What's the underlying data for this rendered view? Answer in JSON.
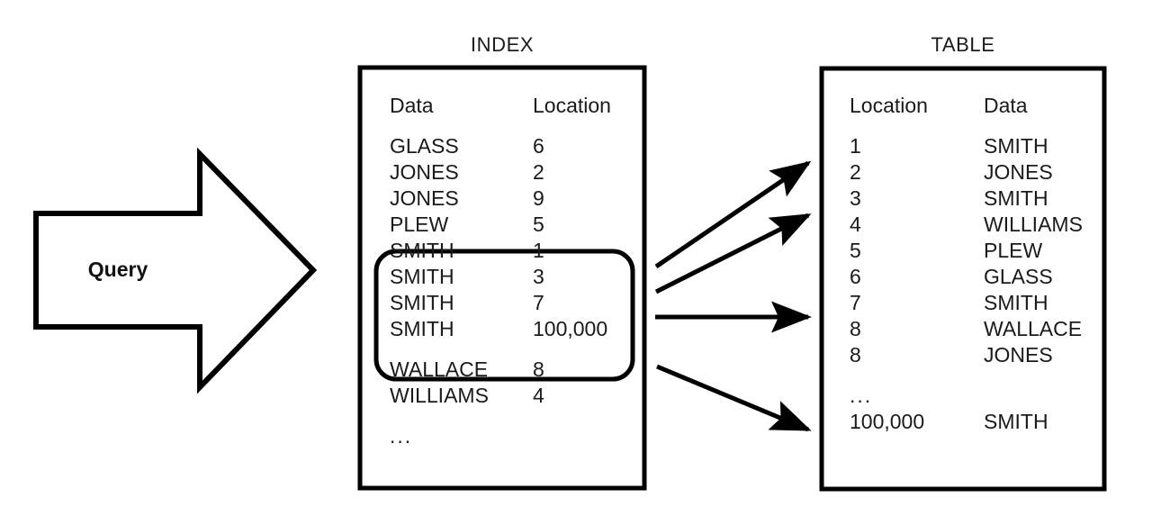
{
  "diagram": {
    "title_index": "INDEX",
    "title_table": "TABLE",
    "query_label": "Query",
    "ellipsis": "...",
    "stroke_color": "#000000",
    "text_color": "#1a1a1a"
  },
  "index_panel": {
    "headers": {
      "col1": "Data",
      "col2": "Location"
    },
    "rows": [
      {
        "data": "GLASS",
        "location": "6",
        "highlighted": false
      },
      {
        "data": "JONES",
        "location": "2",
        "highlighted": false
      },
      {
        "data": "JONES",
        "location": "9",
        "highlighted": false
      },
      {
        "data": "PLEW",
        "location": "5",
        "highlighted": false
      },
      {
        "data": "SMITH",
        "location": "1",
        "highlighted": true
      },
      {
        "data": "SMITH",
        "location": "3",
        "highlighted": true
      },
      {
        "data": "SMITH",
        "location": "7",
        "highlighted": true
      },
      {
        "data": "SMITH",
        "location": "100,000",
        "highlighted": true
      },
      {
        "data": "WALLACE",
        "location": "8",
        "highlighted": false
      },
      {
        "data": "WILLIAMS",
        "location": "4",
        "highlighted": false
      }
    ],
    "trailing_ellipsis": "..."
  },
  "table_panel": {
    "headers": {
      "col1": "Location",
      "col2": "Data"
    },
    "rows": [
      {
        "location": "1",
        "data": "SMITH"
      },
      {
        "location": "2",
        "data": "JONES"
      },
      {
        "location": "3",
        "data": "SMITH"
      },
      {
        "location": "4",
        "data": "WILLIAMS"
      },
      {
        "location": "5",
        "data": "PLEW"
      },
      {
        "location": "6",
        "data": "GLASS"
      },
      {
        "location": "7",
        "data": "SMITH"
      },
      {
        "location": "8",
        "data": "WALLACE"
      },
      {
        "location": "8",
        "data": "JONES"
      }
    ],
    "ellipsis_row": "...",
    "last_row": {
      "location": "100,000",
      "data": "SMITH"
    }
  },
  "connections": [
    {
      "from": "SMITH 1",
      "to": "location 1"
    },
    {
      "from": "SMITH 3",
      "to": "location 3"
    },
    {
      "from": "SMITH 7",
      "to": "location 7"
    },
    {
      "from": "SMITH 100,000",
      "to": "location 100,000"
    }
  ]
}
